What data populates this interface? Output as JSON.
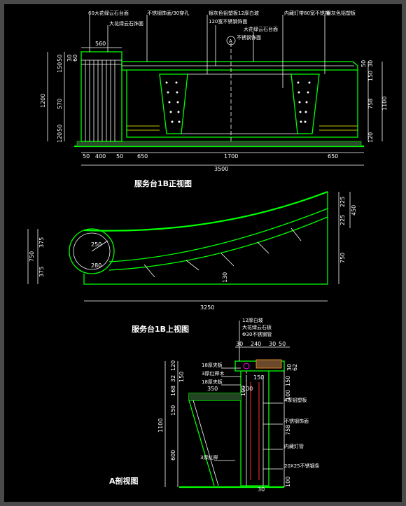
{
  "front_view": {
    "title": "服务台1B正视图",
    "notes": {
      "granite_top": "60大花绿云石台面",
      "steel_plate_top": "不锈钢饰面/30穿孔",
      "granite_face": "大花绿云石饰面",
      "silver_panel": "银灰色铝塑板12厚白玻",
      "steel_strip": "120宽不锈钢饰面",
      "granite_strip": "大花绿云石台面",
      "steel_finish": "不锈钢饰面",
      "light_strip": "内藏灯带80宽不锈钢",
      "silver_grey_panel": "银灰色铝塑板"
    },
    "dims_top": [
      "560"
    ],
    "dims_left": [
      "150",
      "50",
      "570",
      "50",
      "120",
      "1200"
    ],
    "dims_left_small": [
      "30",
      "60"
    ],
    "dims_right": [
      "50",
      "30",
      "758",
      "120",
      "1100",
      "150"
    ],
    "dims_bottom": [
      "50",
      "400",
      "50",
      "650",
      "1700",
      "650"
    ],
    "dim_total": "3500"
  },
  "top_view": {
    "title": "服务台1B上视图",
    "dims_left": [
      "375",
      "375",
      "750"
    ],
    "dims_right": [
      "225",
      "225",
      "450",
      "750"
    ],
    "radius_outer": "250",
    "radius_inner": "280",
    "dim_mid": "130",
    "dim_total": "3250"
  },
  "section": {
    "title": "A剖视图",
    "marker": "A",
    "notes": {
      "glass": "12厚白玻",
      "granite": "大花绿云石板",
      "steel_bar": "Φ30不锈钢管",
      "panel_board": "18厚夹板",
      "ply_wood": "3厚红榉木",
      "ply_board": "18厚夹板",
      "aluminium": "4厚铝塑板",
      "steel_face": "不锈钢饰面",
      "lamp": "内藏灯管",
      "steel_strip": "20X25不锈钢条",
      "red_wood": "3厚红榉"
    },
    "dims_top": [
      "30",
      "240",
      "30",
      "50"
    ],
    "dims_top_right": [
      "30",
      "62"
    ],
    "dims_left": [
      "120",
      "32",
      "150",
      "168",
      "150",
      "1100",
      "600"
    ],
    "dims_mid": [
      "350",
      "100",
      "150",
      "100"
    ],
    "dims_right": [
      "150",
      "100",
      "758",
      "100"
    ],
    "dims_bottom": [
      "30"
    ]
  }
}
